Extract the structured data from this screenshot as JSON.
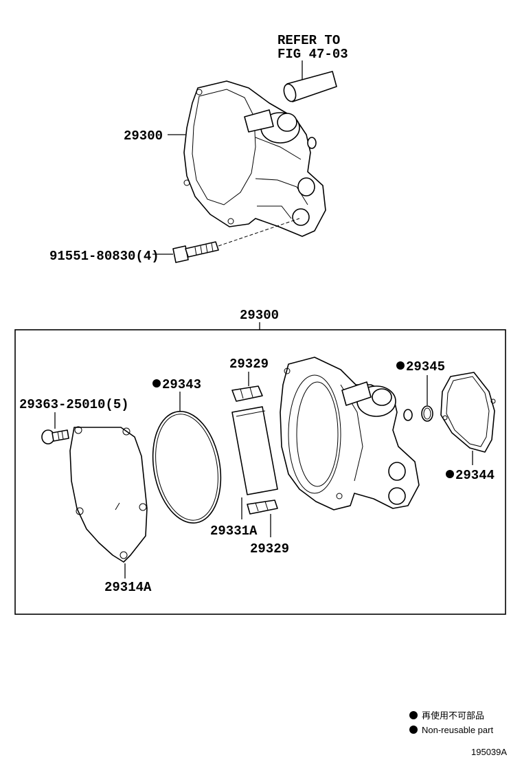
{
  "refer": {
    "line1": "REFER TO",
    "line2": "FIG 47-03"
  },
  "labels": {
    "assembly_top": "29300",
    "bolt_top": "91551-80830(4)",
    "assembly_box": "29300",
    "screw": "29363-25010(5)",
    "o_ring_large": "29343",
    "cover": "29314A",
    "clip_top": "29329",
    "vane": "29331A",
    "clip_bottom": "29329",
    "o_ring_small": "29345",
    "gasket": "29344"
  },
  "legend": {
    "japanese": "再使用不可部品",
    "english": "Non-reusable part"
  },
  "figure_id": "195039A"
}
